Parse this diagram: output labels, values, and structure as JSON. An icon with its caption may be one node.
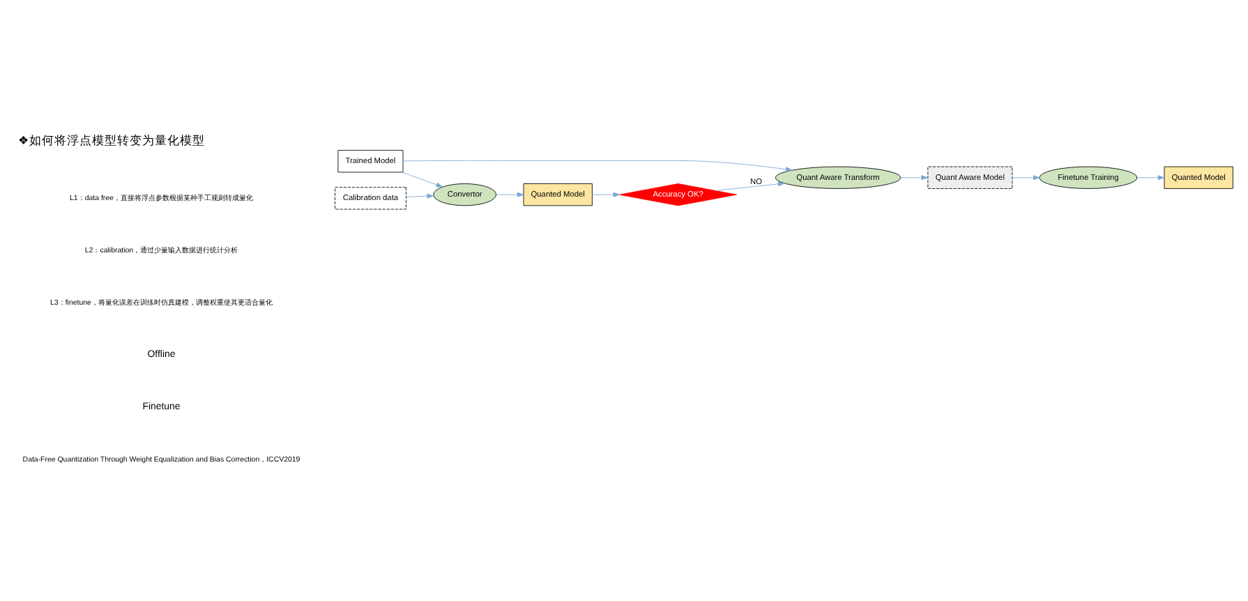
{
  "diagram": {
    "title": "❖如何将浮点模型转变为量化模型",
    "nodes": [
      {
        "text": [
          "Calibration data"
        ]
      },
      {
        "text": [
          "Trained Model"
        ]
      },
      {
        "text": [
          "Convertor"
        ]
      },
      {
        "text": [
          "Quanted Model"
        ]
      },
      {
        "text": [
          "Accuracy OK?"
        ]
      },
      {
        "text": [
          "Quant Aware Transform"
        ]
      },
      {
        "text": [
          "Quant Aware Model"
        ]
      },
      {
        "text": [
          "Finetune Training"
        ]
      },
      {
        "text": [
          "Quanted Model"
        ]
      }
    ],
    "edges": [
      {
        "from": 0,
        "to": 2,
        "arrow": "to"
      },
      {
        "from": 1,
        "to": 2,
        "arrow": "to"
      },
      {
        "from": 2,
        "to": 3,
        "arrow": "to"
      },
      {
        "from": 3,
        "to": 4,
        "arrow": "to"
      },
      {
        "from": 4,
        "to": 5,
        "arrow": "to",
        "label": "NO"
      },
      {
        "from": 1,
        "to": 5,
        "arrow": "to"
      },
      {
        "from": 5,
        "to": 6,
        "arrow": "to"
      },
      {
        "from": 6,
        "to": 7,
        "arrow": "to"
      },
      {
        "from": 7,
        "to": 8,
        "arrow": "to"
      }
    ],
    "labels": [
      "L1：data free，直接将浮点参数根据某种手工规则转成量化",
      "L2：calibration，通过少量输入数据进行统计分析",
      "L3：finetune，将量化误差在训练时仿真建模，调整权重使其更适合量化",
      "Offline",
      "Finetune",
      "Data-Free Quantization Through Weight Equalization and Bias Correction，ICCV2019"
    ]
  }
}
